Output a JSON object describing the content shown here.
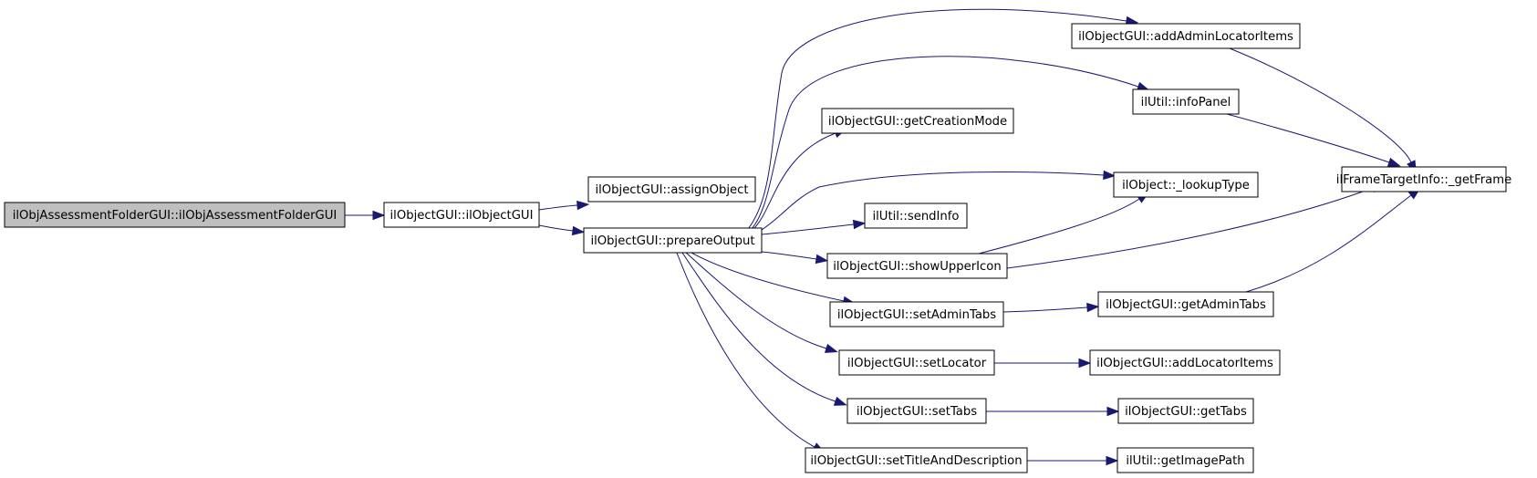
{
  "colors": {
    "edge": "#191970",
    "root_fill": "#bfbfbf",
    "node_fill": "#ffffff",
    "border": "#000000"
  },
  "nodes": [
    {
      "id": "root",
      "label": "ilObjAssessmentFolderGUI::ilObjAssessmentFolderGUI",
      "root": true
    },
    {
      "id": "ilObjectGUI",
      "label": "ilObjectGUI::ilObjectGUI"
    },
    {
      "id": "assignObject",
      "label": "ilObjectGUI::assignObject"
    },
    {
      "id": "prepareOutput",
      "label": "ilObjectGUI::prepareOutput"
    },
    {
      "id": "addAdminLocatorItems",
      "label": "ilObjectGUI::addAdminLocatorItems"
    },
    {
      "id": "infoPanel",
      "label": "ilUtil::infoPanel"
    },
    {
      "id": "getCreationMode",
      "label": "ilObjectGUI::getCreationMode"
    },
    {
      "id": "lookupType",
      "label": "ilObject::_lookupType"
    },
    {
      "id": "sendInfo",
      "label": "ilUtil::sendInfo"
    },
    {
      "id": "showUpperIcon",
      "label": "ilObjectGUI::showUpperIcon"
    },
    {
      "id": "setAdminTabs",
      "label": "ilObjectGUI::setAdminTabs"
    },
    {
      "id": "getAdminTabs",
      "label": "ilObjectGUI::getAdminTabs"
    },
    {
      "id": "setLocator",
      "label": "ilObjectGUI::setLocator"
    },
    {
      "id": "addLocatorItems",
      "label": "ilObjectGUI::addLocatorItems"
    },
    {
      "id": "setTabs",
      "label": "ilObjectGUI::setTabs"
    },
    {
      "id": "getTabs",
      "label": "ilObjectGUI::getTabs"
    },
    {
      "id": "setTitleAndDescription",
      "label": "ilObjectGUI::setTitleAndDescription"
    },
    {
      "id": "getImagePath",
      "label": "ilUtil::getImagePath"
    },
    {
      "id": "getFrame",
      "label": "ilFrameTargetInfo::_getFrame"
    }
  ],
  "edges": [
    {
      "from": "root",
      "to": "ilObjectGUI"
    },
    {
      "from": "ilObjectGUI",
      "to": "assignObject"
    },
    {
      "from": "ilObjectGUI",
      "to": "prepareOutput"
    },
    {
      "from": "prepareOutput",
      "to": "addAdminLocatorItems"
    },
    {
      "from": "prepareOutput",
      "to": "infoPanel"
    },
    {
      "from": "prepareOutput",
      "to": "getCreationMode"
    },
    {
      "from": "prepareOutput",
      "to": "lookupType"
    },
    {
      "from": "prepareOutput",
      "to": "sendInfo"
    },
    {
      "from": "prepareOutput",
      "to": "showUpperIcon"
    },
    {
      "from": "prepareOutput",
      "to": "setAdminTabs"
    },
    {
      "from": "prepareOutput",
      "to": "setLocator"
    },
    {
      "from": "prepareOutput",
      "to": "setTabs"
    },
    {
      "from": "prepareOutput",
      "to": "setTitleAndDescription"
    },
    {
      "from": "addAdminLocatorItems",
      "to": "getFrame"
    },
    {
      "from": "infoPanel",
      "to": "getFrame"
    },
    {
      "from": "showUpperIcon",
      "to": "lookupType"
    },
    {
      "from": "showUpperIcon",
      "to": "getFrame"
    },
    {
      "from": "setAdminTabs",
      "to": "getAdminTabs"
    },
    {
      "from": "getAdminTabs",
      "to": "getFrame"
    },
    {
      "from": "setLocator",
      "to": "addLocatorItems"
    },
    {
      "from": "setTabs",
      "to": "getTabs"
    },
    {
      "from": "setTitleAndDescription",
      "to": "getImagePath"
    }
  ]
}
